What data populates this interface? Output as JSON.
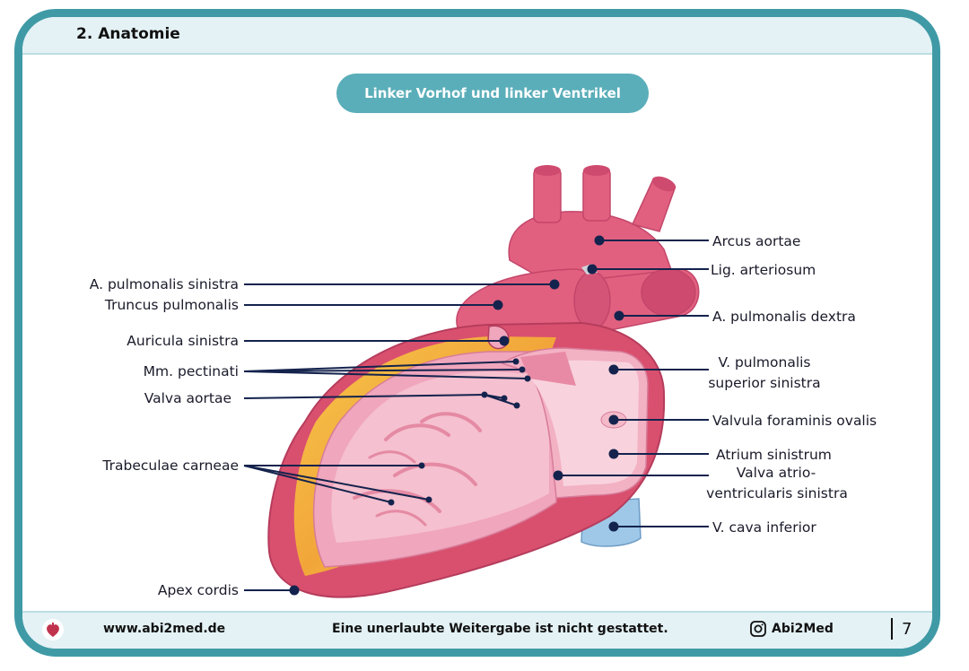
{
  "header": {
    "section_title": "2. Anatomie"
  },
  "figure": {
    "title": "Linker Vorhof und linker Ventrikel"
  },
  "labels": {
    "left": {
      "a_pulmonalis_sinistra": "A. pulmonalis sinistra",
      "truncus_pulmonalis": "Truncus pulmonalis",
      "auricula_sinistra": "Auricula sinistra",
      "mm_pectinati": "Mm. pectinati",
      "valva_aortae": "Valva aortae",
      "trabeculae_carneae": "Trabeculae carneae",
      "apex_cordis": "Apex cordis"
    },
    "right": {
      "arcus_aortae": "Arcus aortae",
      "lig_arteriosum": "Lig. arteriosum",
      "a_pulmonalis_dextra": "A. pulmonalis dextra",
      "v_pulmonalis_line1": "V. pulmonalis",
      "v_pulmonalis_line2": "superior sinistra",
      "valvula_foraminis_ovalis": "Valvula foraminis ovalis",
      "atrium_sinistrum": "Atrium sinistrum",
      "valva_av_line1": "Valva atrio-",
      "valva_av_line2": "ventricularis sinistra",
      "v_cava_inferior": "V. cava inferior"
    }
  },
  "footer": {
    "website": "www.abi2med.de",
    "notice": "Eine unerlaubte Weitergabe ist nicht gestattet.",
    "instagram": "Abi2Med",
    "page_number": "7"
  },
  "colors": {
    "frame": "#3f9aa6",
    "pill": "#5aaeb9",
    "heart_outer": "#e2607f",
    "myocardium": "#f0a6bd",
    "fat_layer": "#f2b531",
    "chamber": "#f8d3dd",
    "leader_line": "#14234d",
    "vein": "#9fc8e8"
  }
}
